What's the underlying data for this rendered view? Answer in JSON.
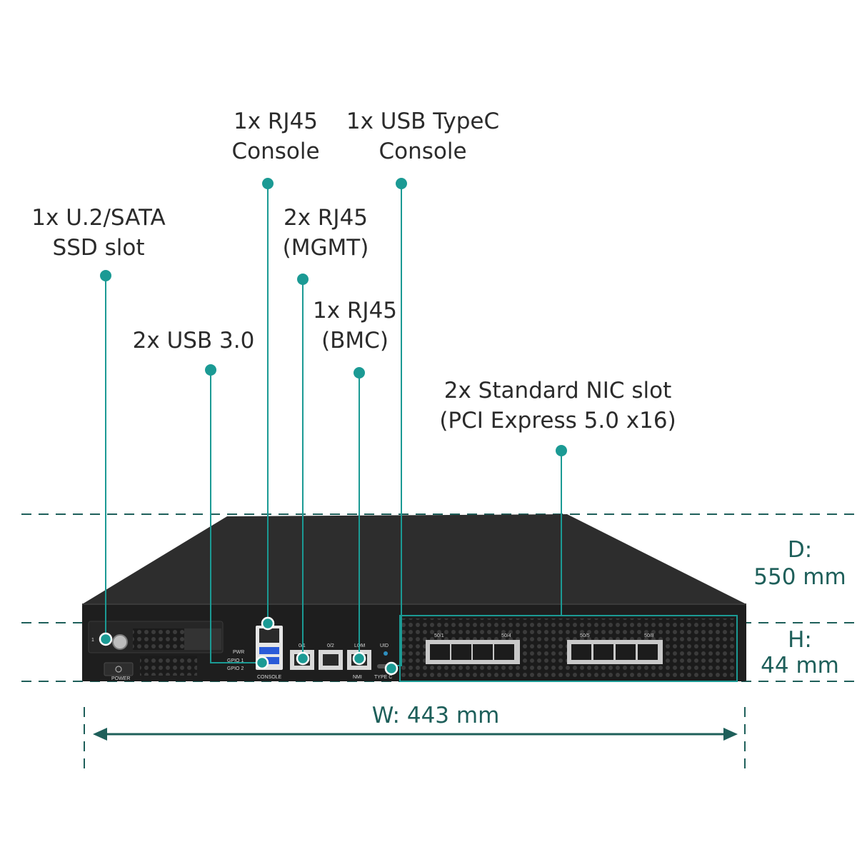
{
  "callouts": {
    "ssd": {
      "line1": "1x U.2/SATA",
      "line2": "SSD slot"
    },
    "usb": {
      "line1": "2x USB 3.0"
    },
    "rj45_console": {
      "line1": "1x RJ45",
      "line2": "Console"
    },
    "mgmt": {
      "line1": "2x RJ45",
      "line2": "(MGMT)"
    },
    "bmc": {
      "line1": "1x RJ45",
      "line2": "(BMC)"
    },
    "usbc": {
      "line1": "1x USB TypeC",
      "line2": "Console"
    },
    "nic": {
      "line1": "2x Standard NIC slot",
      "line2": "(PCI Express 5.0 x16)"
    }
  },
  "dimensions": {
    "depth": {
      "label": "D:",
      "value": "550 mm"
    },
    "height": {
      "label": "H:",
      "value": "44 mm"
    },
    "width": {
      "text": "W: 443 mm"
    }
  },
  "panel_labels": {
    "bay": "1",
    "power": "POWER",
    "pwr": "PWR",
    "gpio1": "GPIO 1",
    "gpio2": "GPIO 2",
    "console": "CONSOLE",
    "port_01": "0/1",
    "port_02": "0/2",
    "lom": "LOM",
    "nmi": "NMI",
    "uid": "UID",
    "typec": "TYPE C",
    "nic1_left": "50/1",
    "nic1_right": "50/4",
    "nic2_left": "50/5",
    "nic2_right": "50/8"
  },
  "colors": {
    "accent": "#1b9a94",
    "dim_line": "#1e5f5a",
    "chassis": "#262626",
    "chassis_top": "#2d2d2d",
    "text": "#2b2b2b"
  }
}
